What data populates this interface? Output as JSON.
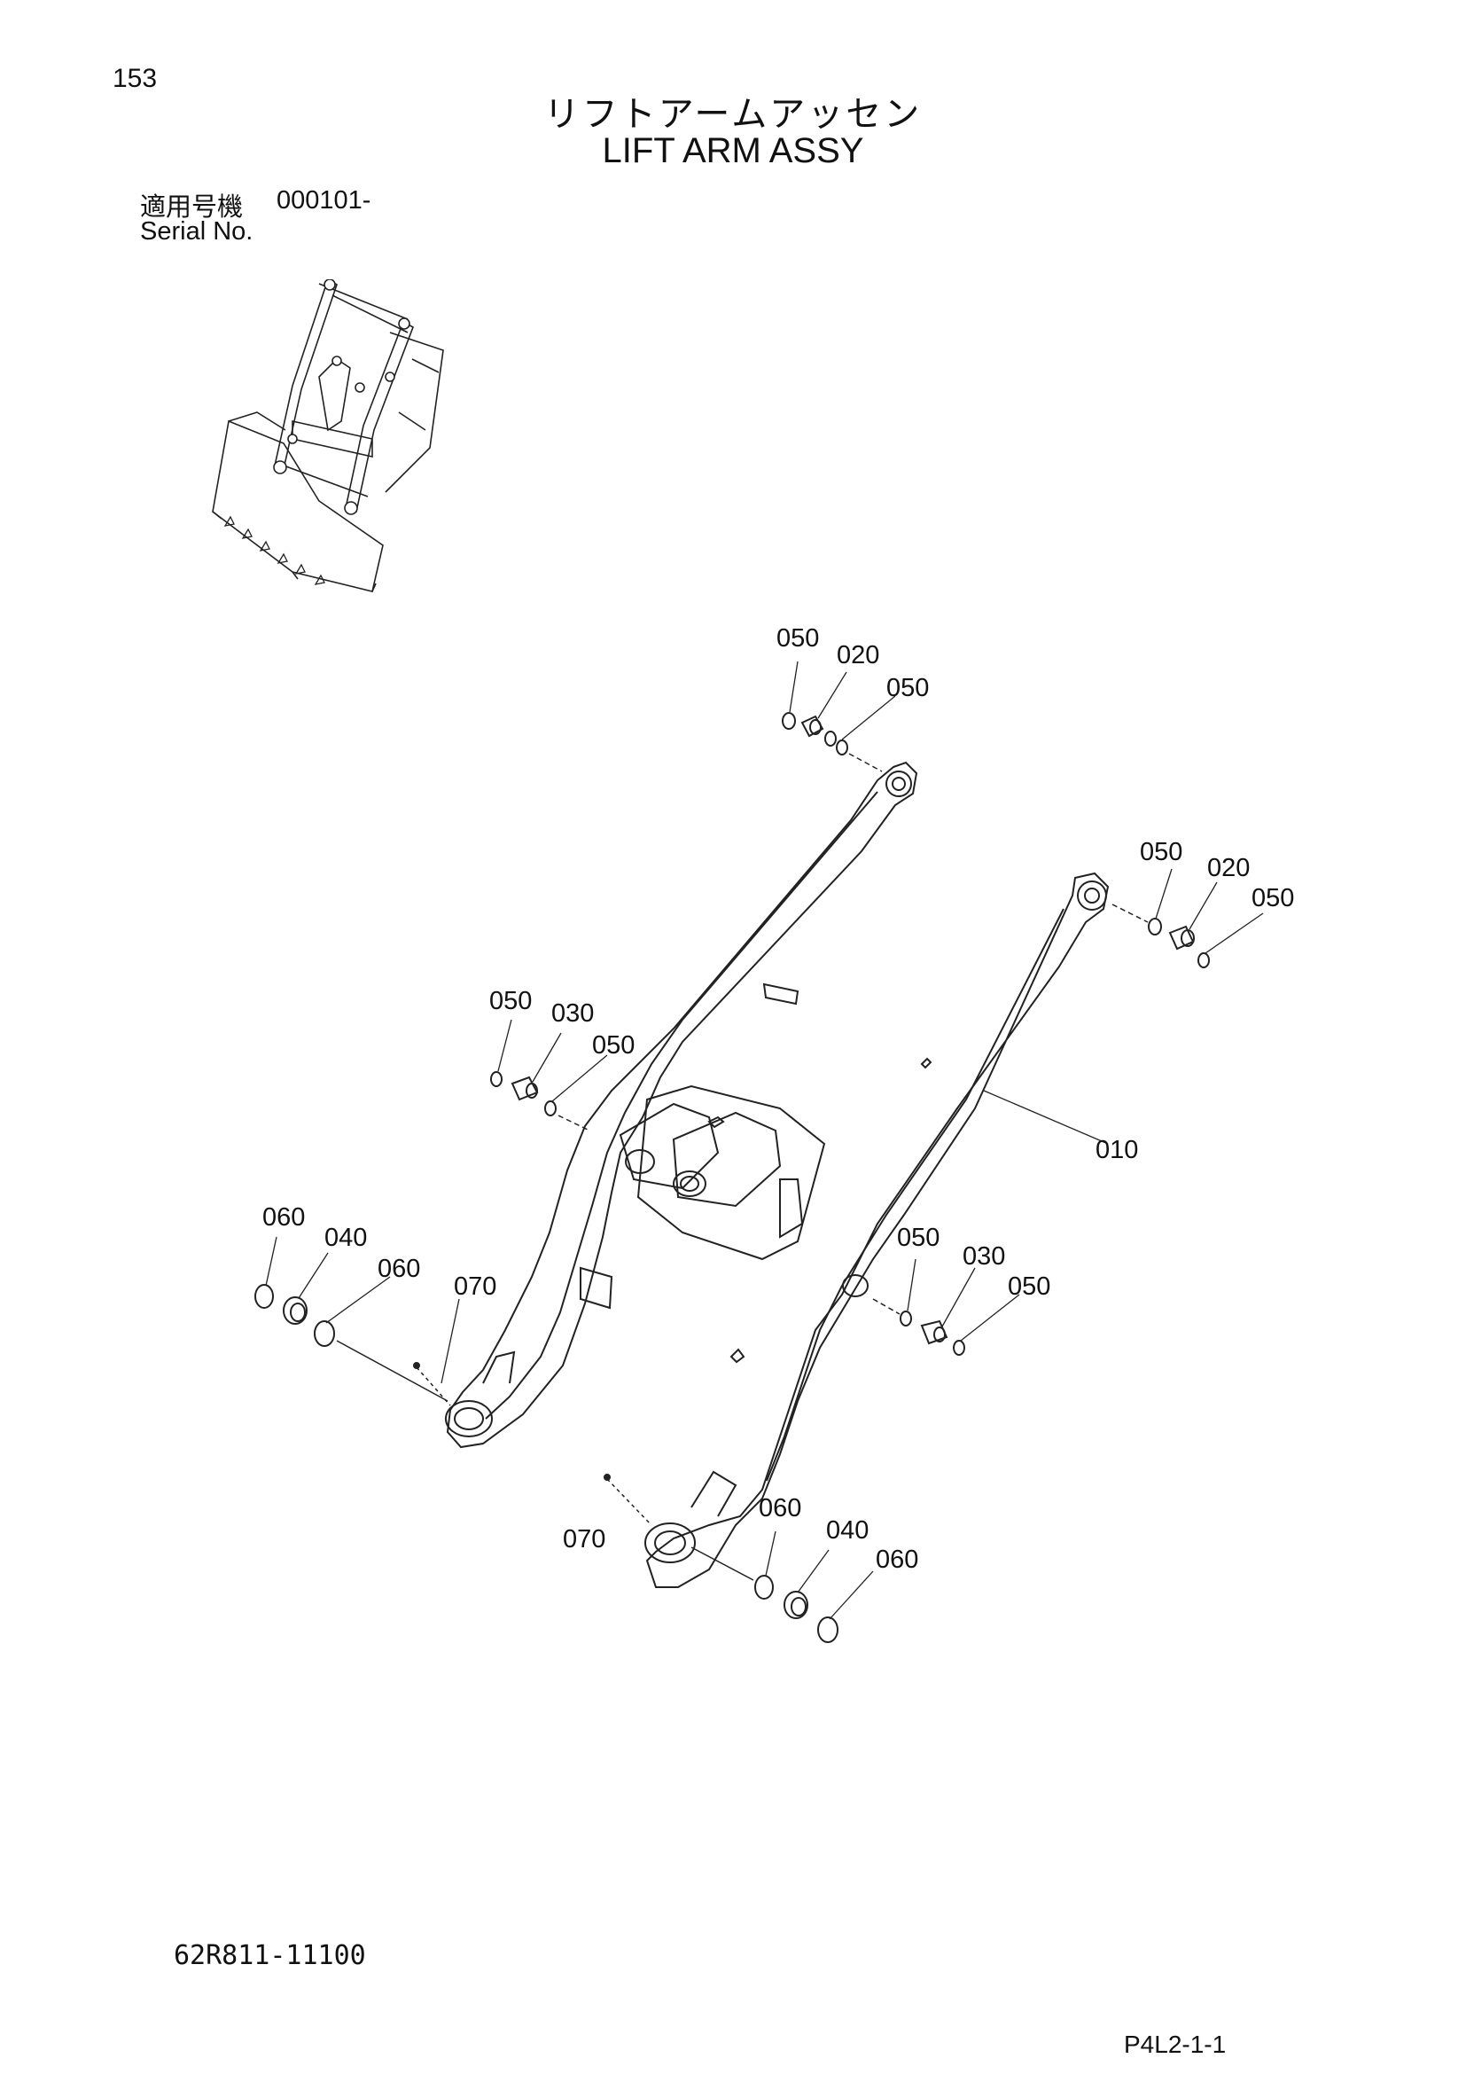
{
  "page_number": "153",
  "title_jp": "リフトアームアッセン",
  "title_en": "LIFT ARM ASSY",
  "serial": {
    "label_jp": "適用号機",
    "value": "000101-",
    "label_en": "Serial No."
  },
  "callouts": {
    "c050_a": "050",
    "c020_a": "020",
    "c050_b": "050",
    "c050_c": "050",
    "c020_b": "020",
    "c050_d": "050",
    "c050_e": "050",
    "c030_a": "030",
    "c050_f": "050",
    "c010": "010",
    "c060_a": "060",
    "c040_a": "040",
    "c060_b": "060",
    "c070_a": "070",
    "c050_g": "050",
    "c030_b": "030",
    "c050_h": "050",
    "c060_c": "060",
    "c040_b": "040",
    "c060_d": "060",
    "c070_b": "070"
  },
  "part_code": "62R811-11100",
  "page_ref": "P4L2-1-1"
}
